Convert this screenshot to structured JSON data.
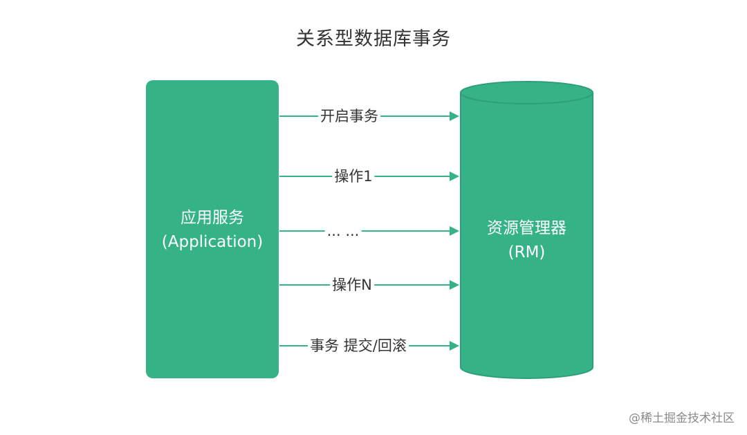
{
  "title": "关系型数据库事务",
  "application": {
    "name": "应用服务",
    "subtitle": "(Application)"
  },
  "resource_manager": {
    "name": "资源管理器",
    "subtitle": "(RM)"
  },
  "messages": [
    {
      "label": "开启事务"
    },
    {
      "label": "操作1"
    },
    {
      "label": "... ..."
    },
    {
      "label": "操作N"
    },
    {
      "label": "事务 提交/回滚"
    }
  ],
  "watermark": "@稀土掘金技术社区",
  "colors": {
    "box_fill": "#35b386",
    "cylinder_top": "#2e9e76",
    "arrow": "#35b386",
    "text": "#333333"
  }
}
